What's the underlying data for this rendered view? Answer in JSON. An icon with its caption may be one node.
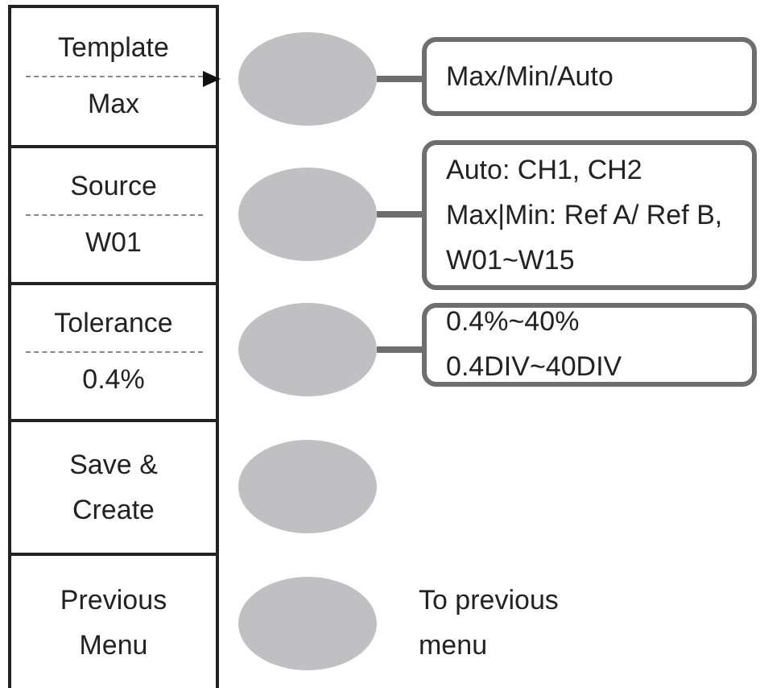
{
  "diagram": {
    "nodes": [
      {
        "text": [
          "Template",
          "Max"
        ]
      },
      {
        "text": [
          "Source",
          "W01"
        ]
      },
      {
        "text": [
          "Tolerance",
          "0.4%"
        ]
      },
      {
        "text": [
          "Save & Create"
        ]
      },
      {
        "text": [
          "Previous Menu"
        ]
      },
      {
        "text": [],
        "shape": "ellipse"
      },
      {
        "text": [],
        "shape": "ellipse"
      },
      {
        "text": [],
        "shape": "ellipse"
      },
      {
        "text": [],
        "shape": "ellipse"
      },
      {
        "text": [],
        "shape": "ellipse",
        "beside": [
          "To previous menu"
        ]
      },
      {
        "text": [
          "Max/Min/Auto"
        ]
      },
      {
        "text": [
          "Auto: CH1, CH2 Max|Min: Ref A/ Ref B, W01~W15"
        ]
      },
      {
        "text": [
          "0.4%~40% 0.4DIV~40DIV"
        ]
      }
    ],
    "edges": [
      {
        "from": 5,
        "to": 10,
        "arrow": "none"
      },
      {
        "from": 6,
        "to": 11,
        "arrow": "none"
      },
      {
        "from": 7,
        "to": 12,
        "arrow": "none"
      }
    ]
  }
}
